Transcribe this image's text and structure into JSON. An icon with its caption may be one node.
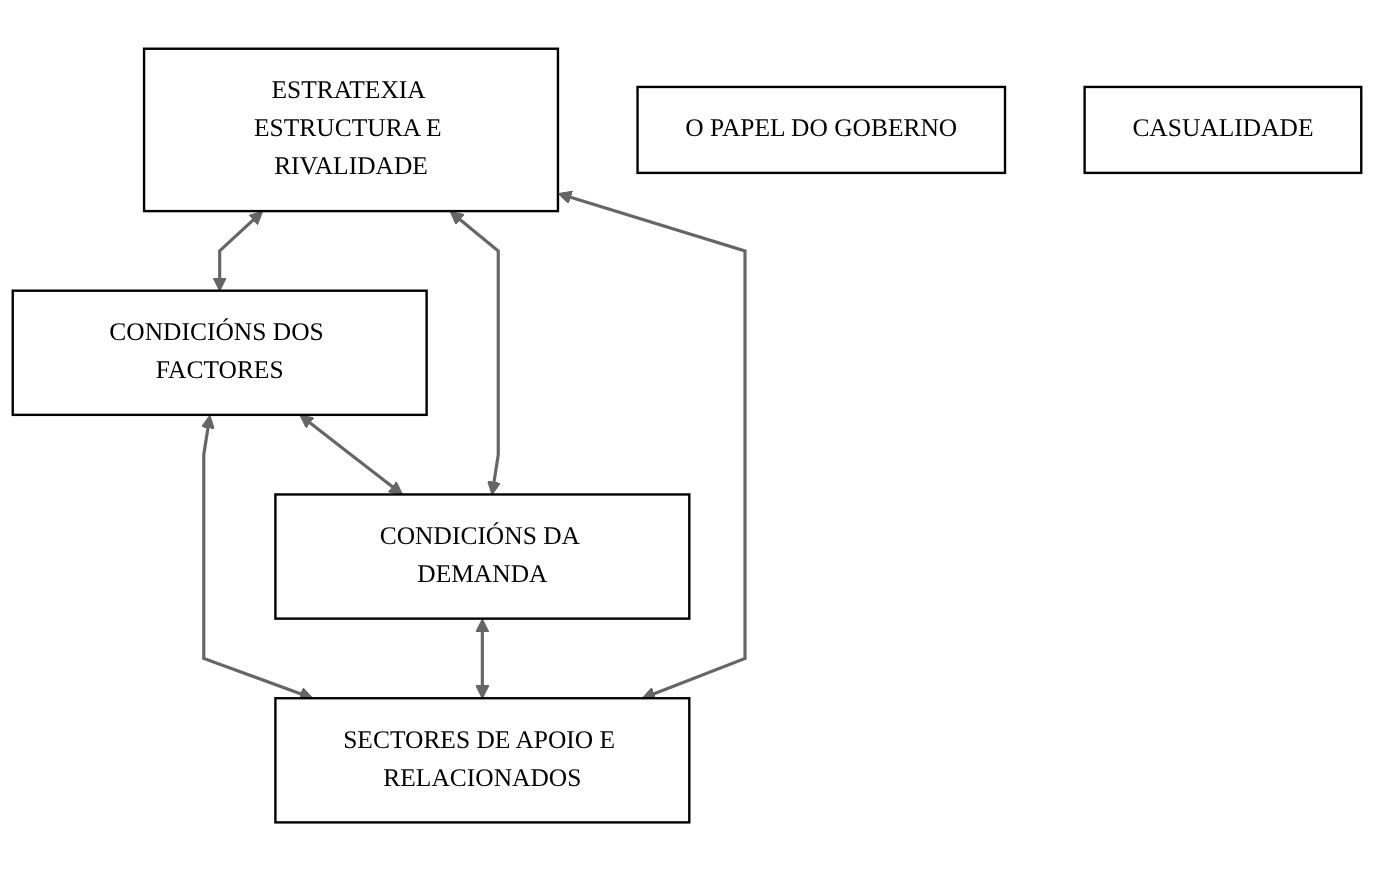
{
  "diagram": {
    "nodes": [
      {
        "text": [
          "ESTRATEXIA ESTRUCTURA E RIVALIDADE"
        ]
      },
      {
        "text": [
          "CONDICIÓNS DOS FACTORES"
        ]
      },
      {
        "text": [
          "CONDICIÓNS DA DEMANDA"
        ]
      },
      {
        "text": [
          "SECTORES DE APOIO E RELACIONADOS"
        ]
      },
      {
        "text": [
          "O PAPEL DO GOBERNO"
        ]
      },
      {
        "text": [
          "CASUALIDADE"
        ]
      }
    ],
    "edges": [
      {
        "from": 0,
        "to": 1,
        "arrow": "both"
      },
      {
        "from": 0,
        "to": 2,
        "arrow": "both"
      },
      {
        "from": 1,
        "to": 3,
        "arrow": "both"
      },
      {
        "from": 2,
        "to": 3,
        "arrow": "both"
      },
      {
        "from": 0,
        "to": 3,
        "arrow": "both"
      },
      {
        "from": 1,
        "to": 2,
        "arrow": "both"
      }
    ]
  }
}
